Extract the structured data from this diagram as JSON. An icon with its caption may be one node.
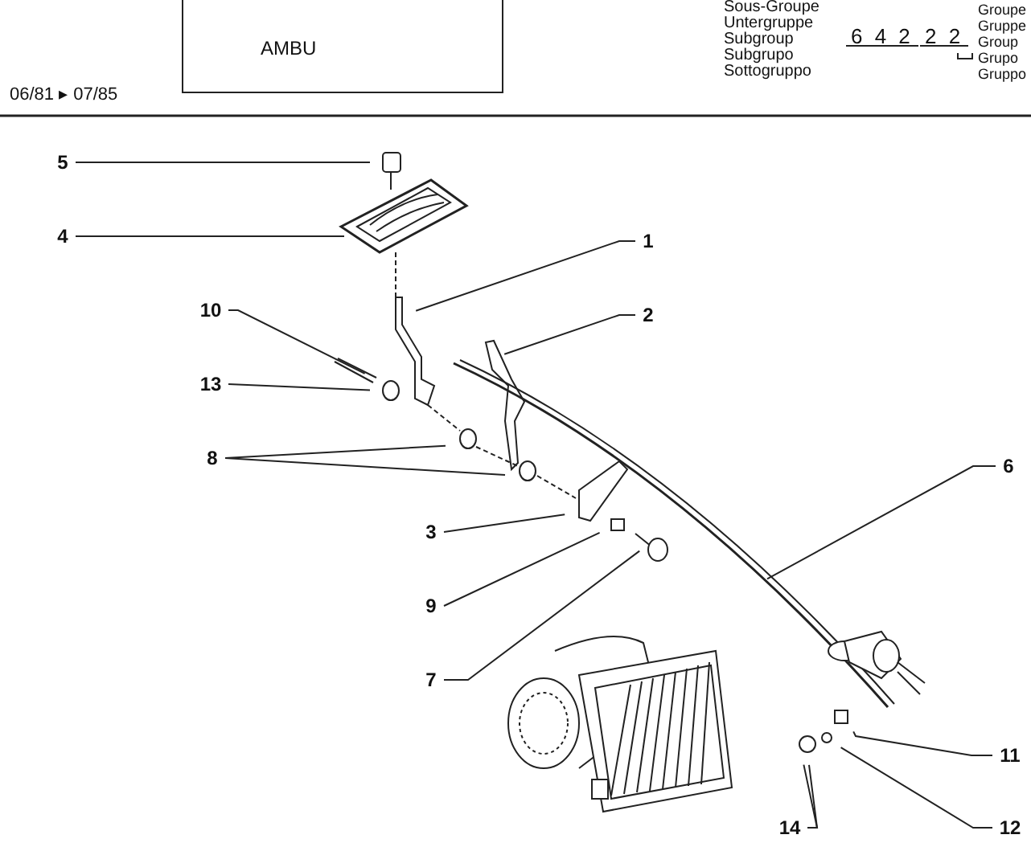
{
  "diagram": {
    "nodes": [
      {
        "text": [
          "AMBU"
        ]
      },
      {
        "text": [
          "5"
        ]
      },
      {
        "text": [
          "4"
        ]
      },
      {
        "text": [
          "1"
        ]
      },
      {
        "text": [
          "10"
        ]
      },
      {
        "text": [
          "2"
        ]
      },
      {
        "text": [
          "13"
        ]
      },
      {
        "text": [
          "8"
        ]
      },
      {
        "text": [
          "3"
        ]
      },
      {
        "text": [
          "9"
        ]
      },
      {
        "text": [
          "6"
        ]
      },
      {
        "text": [
          "7"
        ]
      },
      {
        "text": [
          "11"
        ]
      },
      {
        "text": [
          "12"
        ]
      },
      {
        "text": [
          "14"
        ]
      }
    ],
    "edges": [
      {
        "from": 1,
        "to": null,
        "arrow": "none"
      },
      {
        "from": 2,
        "to": null,
        "arrow": "none"
      },
      {
        "from": 3,
        "to": null,
        "arrow": "none"
      },
      {
        "from": 4,
        "to": null,
        "arrow": "none"
      },
      {
        "from": 5,
        "to": null,
        "arrow": "none"
      },
      {
        "from": 6,
        "to": null,
        "arrow": "none"
      },
      {
        "from": 7,
        "to": null,
        "arrow": "none"
      },
      {
        "from": 7,
        "to": null,
        "arrow": "none"
      },
      {
        "from": 8,
        "to": null,
        "arrow": "none"
      },
      {
        "from": 9,
        "to": null,
        "arrow": "none"
      },
      {
        "from": 10,
        "to": null,
        "arrow": "none"
      },
      {
        "from": 11,
        "to": null,
        "arrow": "none"
      },
      {
        "from": 12,
        "to": null,
        "arrow": "none"
      },
      {
        "from": 13,
        "to": null,
        "arrow": "none"
      },
      {
        "from": 14,
        "to": null,
        "arrow": "none"
      },
      {
        "from": 14,
        "to": null,
        "arrow": "none"
      }
    ],
    "labels": [
      "06/81 ▸ 07/85",
      "Sous-Groupe",
      "Untergruppe",
      "Subgroup",
      "Subgrupo",
      "Sottogruppo",
      "6 4 2",
      "2 2",
      "Groupe",
      "Gruppe",
      "Group",
      "Grupo",
      "Gruppo"
    ]
  }
}
